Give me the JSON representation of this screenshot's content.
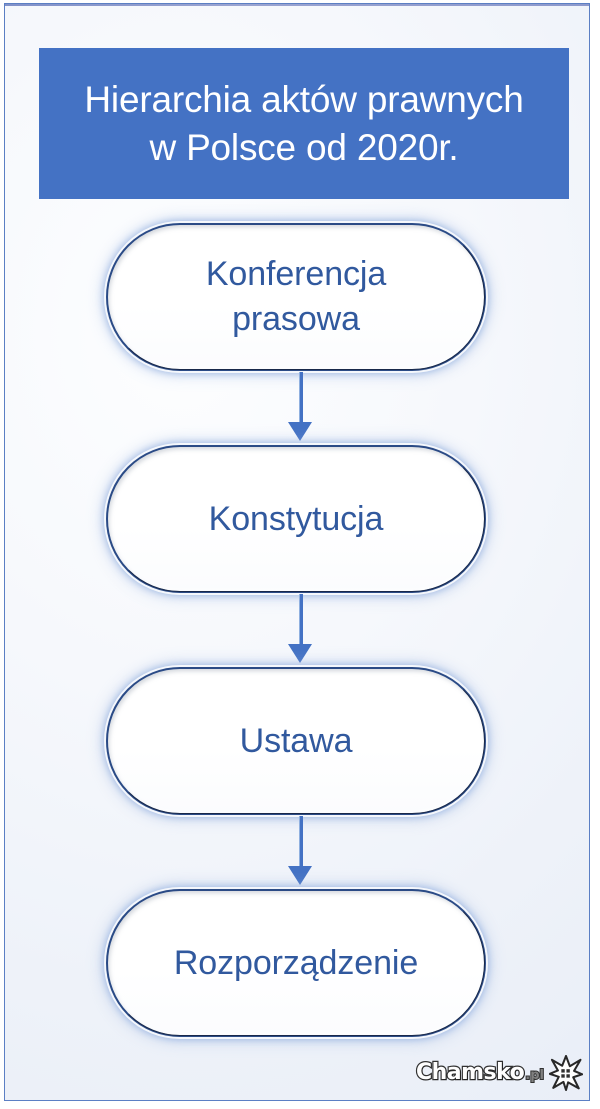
{
  "slide": {
    "title": "Hierarchia aktów prawnych\nw Polsce od 2020r.",
    "title_line1": "Hierarchia aktów prawnych",
    "title_line2": "w Polsce od 2020r.",
    "background_color": "#eef2f9",
    "border_color": "#5b7fc4"
  },
  "theme": {
    "banner_fill": "#4472C4",
    "banner_text_color": "#FFFFFF",
    "node_fill": "#FFFFFF",
    "node_border": "#2B4B86",
    "node_text_color": "#31599E",
    "arrow_color": "#4472C4"
  },
  "chart_data": {
    "type": "diagram",
    "subtype": "vertical-flowchart",
    "title": "Hierarchia aktów prawnych w Polsce od 2020r.",
    "orientation": "top-to-bottom",
    "node_count": 4,
    "nodes": [
      {
        "id": "n1",
        "label": "Konferencja\nprasowa",
        "rank": 1
      },
      {
        "id": "n2",
        "label": "Konstytucja",
        "rank": 2
      },
      {
        "id": "n3",
        "label": "Ustawa",
        "rank": 3
      },
      {
        "id": "n4",
        "label": "Rozporządzenie",
        "rank": 4
      }
    ],
    "edges": [
      {
        "from": "n1",
        "to": "n2",
        "style": "arrow"
      },
      {
        "from": "n2",
        "to": "n3",
        "style": "arrow"
      },
      {
        "from": "n3",
        "to": "n4",
        "style": "arrow"
      }
    ]
  },
  "nodes": [
    {
      "label": "Konferencja\nprasowa"
    },
    {
      "label": "Konstytucja"
    },
    {
      "label": "Ustawa"
    },
    {
      "label": "Rozporządzenie"
    }
  ],
  "watermark": {
    "name": "Chamsko",
    "tld": ".pl",
    "full": "Chamsko.pl"
  }
}
